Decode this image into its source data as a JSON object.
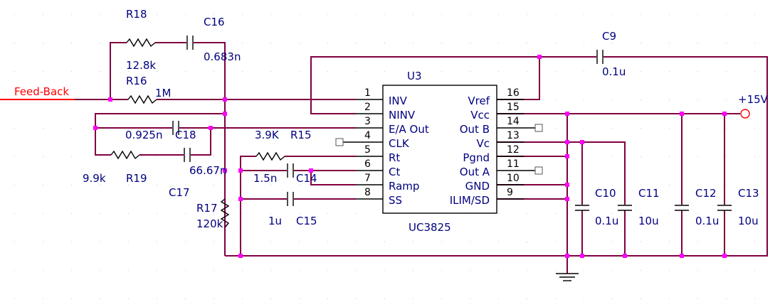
{
  "ic": {
    "refdes": "U3",
    "part": "UC3825",
    "pins_left": [
      {
        "num": "1",
        "name": "INV"
      },
      {
        "num": "2",
        "name": "NINV"
      },
      {
        "num": "3",
        "name": "E/A Out"
      },
      {
        "num": "4",
        "name": "CLK"
      },
      {
        "num": "5",
        "name": "Rt"
      },
      {
        "num": "6",
        "name": "Ct"
      },
      {
        "num": "7",
        "name": "Ramp"
      },
      {
        "num": "8",
        "name": "SS"
      }
    ],
    "pins_right": [
      {
        "num": "16",
        "name": "Vref"
      },
      {
        "num": "15",
        "name": "Vcc"
      },
      {
        "num": "14",
        "name": "Out B"
      },
      {
        "num": "13",
        "name": "Vc"
      },
      {
        "num": "12",
        "name": "Pgnd"
      },
      {
        "num": "11",
        "name": "Out A"
      },
      {
        "num": "10",
        "name": "GND"
      },
      {
        "num": "9",
        "name": "ILIM/SD"
      }
    ]
  },
  "nets": {
    "feedback": "Feed-Back",
    "supply": "+15V"
  },
  "components": {
    "R18": {
      "ref": "R18",
      "value": "12.8k"
    },
    "C16": {
      "ref": "C16",
      "value": "0.683n"
    },
    "R16": {
      "ref": "R16",
      "value": "1M"
    },
    "C18": {
      "ref": "C18",
      "value": "0.925n"
    },
    "R19": {
      "ref": "R19",
      "value": "9.9k"
    },
    "C17": {
      "ref": "C17",
      "value": "66.67n"
    },
    "R17": {
      "ref": "R17",
      "value": "120k"
    },
    "R15": {
      "ref": "R15",
      "value": "3.9K"
    },
    "C14": {
      "ref": "C14",
      "value": "1.5n"
    },
    "C15": {
      "ref": "C15",
      "value": "1u"
    },
    "C9": {
      "ref": "C9",
      "value": "0.1u"
    },
    "C10": {
      "ref": "C10",
      "value": "0.1u"
    },
    "C11": {
      "ref": "C11",
      "value": "10u"
    },
    "C12": {
      "ref": "C12",
      "value": "0.1u"
    },
    "C13": {
      "ref": "C13",
      "value": "10u"
    }
  },
  "colors": {
    "wire": "#800040",
    "net_label": "#ff0000",
    "junction": "#ff00ff",
    "text": "#000080"
  }
}
